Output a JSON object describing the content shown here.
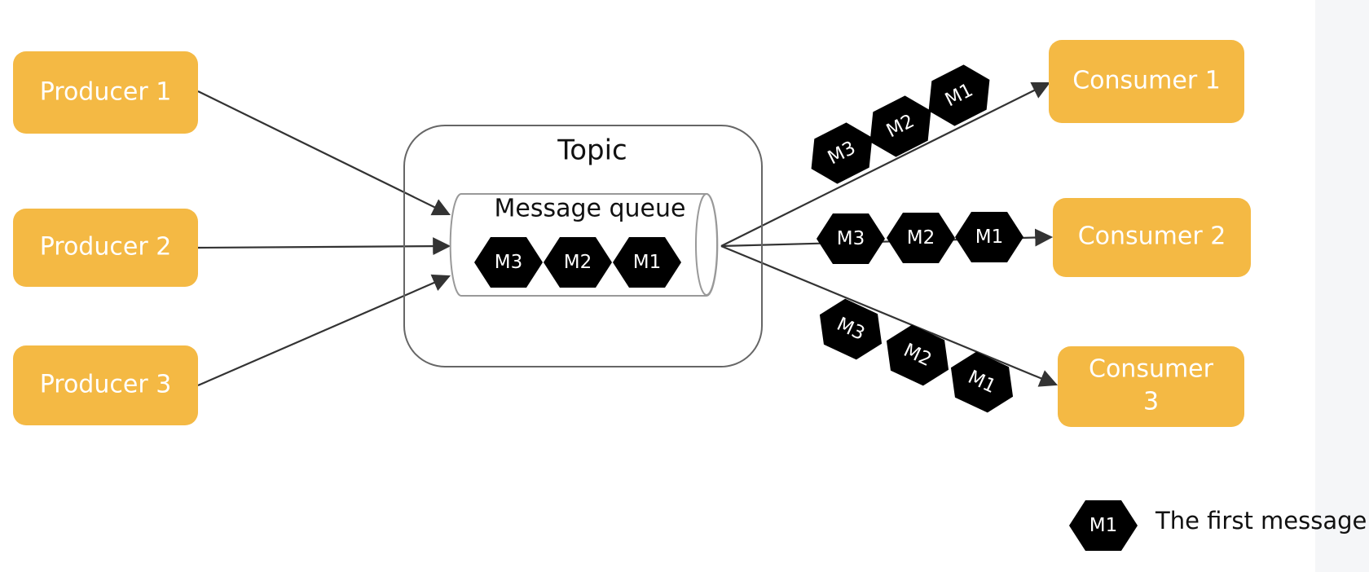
{
  "producers": [
    "Producer 1",
    "Producer 2",
    "Producer 3"
  ],
  "topic": {
    "title": "Topic",
    "queue_label": "Message queue",
    "messages": [
      "M3",
      "M2",
      "M1"
    ]
  },
  "consumers": [
    {
      "label": "Consumer 1",
      "messages": [
        "M3",
        "M2",
        "M1"
      ]
    },
    {
      "label": "Consumer 2",
      "messages": [
        "M3",
        "M2",
        "M1"
      ]
    },
    {
      "label_lines": [
        "Consumer",
        "3"
      ],
      "messages": [
        "M3",
        "M2",
        "M1"
      ]
    }
  ],
  "legend": {
    "icon": "M1",
    "text": "The first message"
  },
  "colors": {
    "box": "#f4b944",
    "message": "#ef7533",
    "line": "#333333"
  }
}
